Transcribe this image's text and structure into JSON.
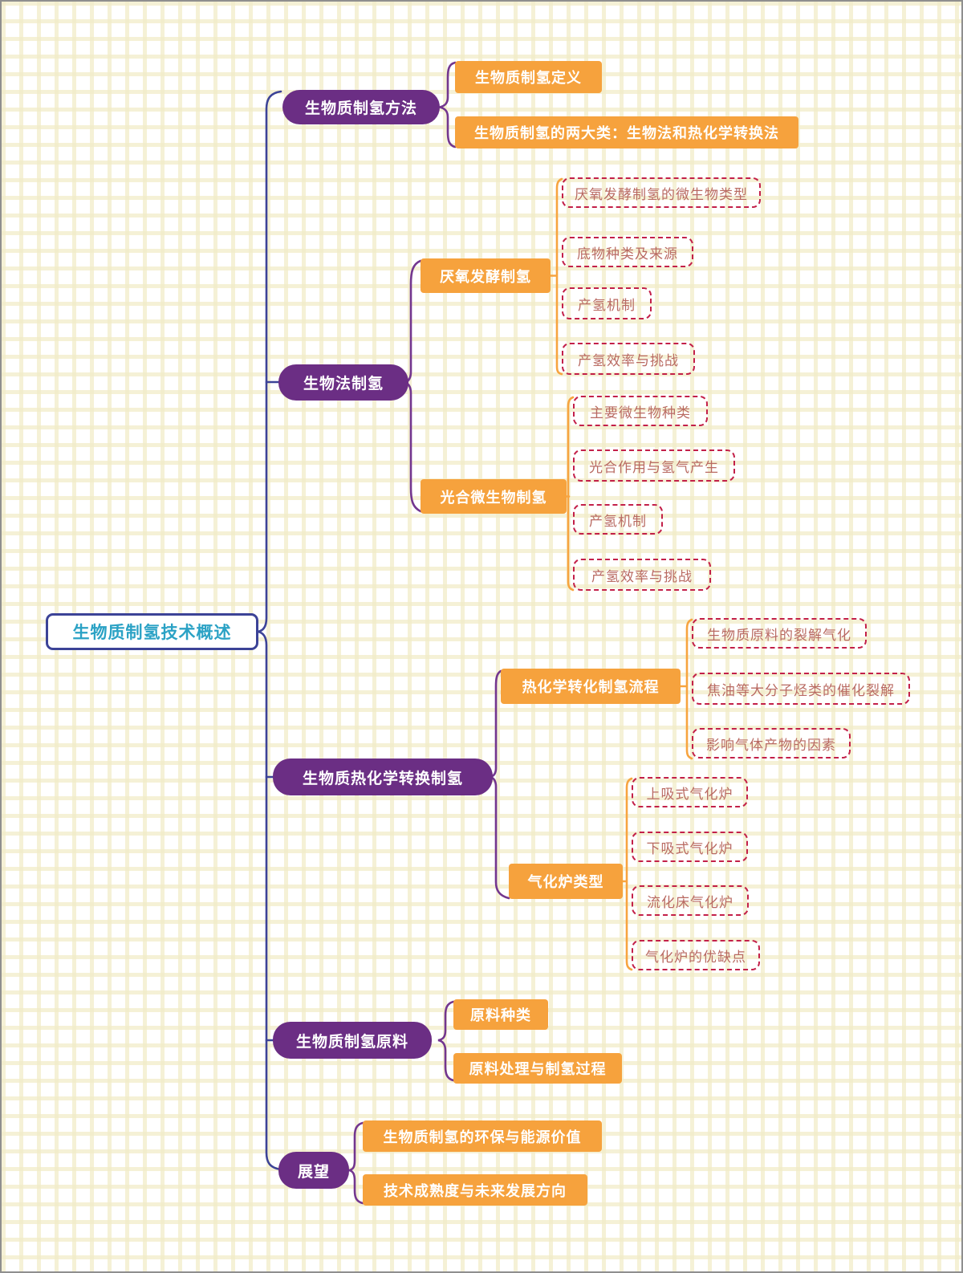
{
  "title": "生物质制氢技术概述",
  "colors": {
    "root_border": "#3c4397",
    "root_text": "#2ba2c5",
    "spine": "#3c4397",
    "branch_fill": "#6b2e84",
    "brace": "#73368f",
    "topic_fill": "#f6a23d",
    "bracket": "#f7a440",
    "leaf_border": "#c32049",
    "leaf_text": "#b96a62",
    "grid_line": "#f2ecc8"
  },
  "root": {
    "label": "生物质制氢技术概述"
  },
  "branches": [
    {
      "label": "生物质制氢方法",
      "children": [
        {
          "label": "生物质制氢定义"
        },
        {
          "label": "生物质制氢的两大类：生物法和热化学转换法"
        }
      ]
    },
    {
      "label": "生物法制氢",
      "children": [
        {
          "label": "厌氧发酵制氢",
          "children": [
            {
              "label": "厌氧发酵制氢的微生物类型"
            },
            {
              "label": "底物种类及来源"
            },
            {
              "label": "产氢机制"
            },
            {
              "label": "产氢效率与挑战"
            }
          ]
        },
        {
          "label": "光合微生物制氢",
          "children": [
            {
              "label": "主要微生物种类"
            },
            {
              "label": "光合作用与氢气产生"
            },
            {
              "label": "产氢机制"
            },
            {
              "label": "产氢效率与挑战"
            }
          ]
        }
      ]
    },
    {
      "label": "生物质热化学转换制氢",
      "children": [
        {
          "label": "热化学转化制氢流程",
          "children": [
            {
              "label": "生物质原料的裂解气化"
            },
            {
              "label": "焦油等大分子烃类的催化裂解"
            },
            {
              "label": "影响气体产物的因素"
            }
          ]
        },
        {
          "label": "气化炉类型",
          "children": [
            {
              "label": "上吸式气化炉"
            },
            {
              "label": "下吸式气化炉"
            },
            {
              "label": "流化床气化炉"
            },
            {
              "label": "气化炉的优缺点"
            }
          ]
        }
      ]
    },
    {
      "label": "生物质制氢原料",
      "children": [
        {
          "label": "原料种类"
        },
        {
          "label": "原料处理与制氢过程"
        }
      ]
    },
    {
      "label": "展望",
      "children": [
        {
          "label": "生物质制氢的环保与能源价值"
        },
        {
          "label": "技术成熟度与未来发展方向"
        }
      ]
    }
  ]
}
